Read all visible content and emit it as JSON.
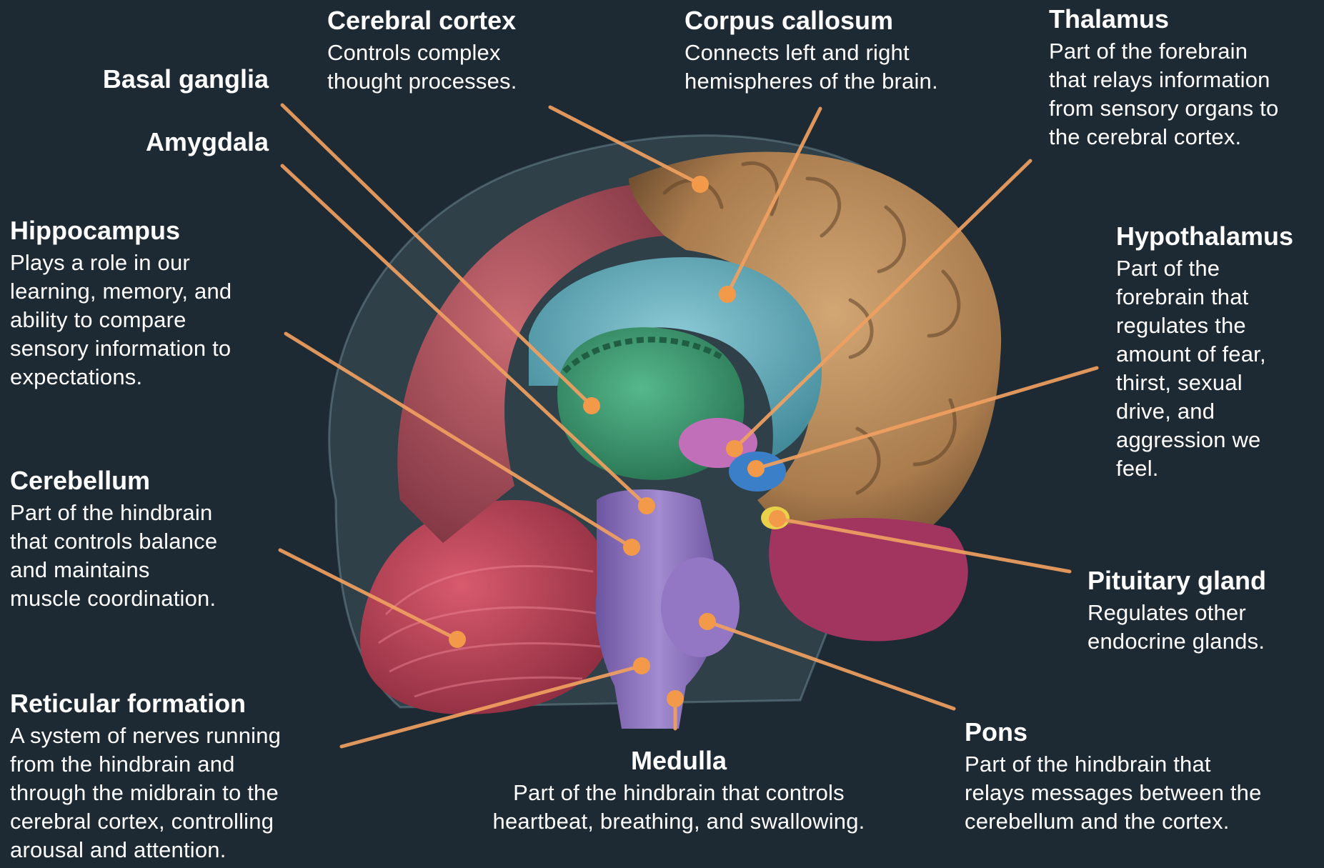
{
  "colors": {
    "background": "#1e2a33",
    "leader_line": "#f0a060",
    "marker": "#f29a4a",
    "cerebral_cortex": "#b78c5e",
    "frontal_red": "#b3545e",
    "corpus_callosum": "#6fb4c4",
    "basal_ganglia": "#3f9f78",
    "brainstem": "#8a6fb5",
    "cerebellum": "#c84a5e",
    "hypothalamus": "#3a7fc8",
    "pituitary": "#e9d14a"
  },
  "labels": {
    "cerebral_cortex": {
      "title": "Cerebral cortex",
      "desc": [
        "Controls complex",
        "thought processes."
      ]
    },
    "corpus_callosum": {
      "title": "Corpus callosum",
      "desc": [
        "Connects left and right",
        "hemispheres of the brain."
      ]
    },
    "thalamus": {
      "title": "Thalamus",
      "desc": [
        "Part of the forebrain",
        "that relays information",
        "from sensory organs to",
        "the cerebral cortex."
      ]
    },
    "basal_ganglia": {
      "title": "Basal ganglia"
    },
    "amygdala": {
      "title": "Amygdala"
    },
    "hippocampus": {
      "title": "Hippocampus",
      "desc": [
        "Plays a role in our",
        "learning, memory, and",
        "ability to compare",
        "sensory information to",
        "expectations."
      ]
    },
    "hypothalamus": {
      "title": "Hypothalamus",
      "desc": [
        "Part of the",
        "forebrain that",
        "regulates the",
        "amount of fear,",
        "thirst, sexual",
        "drive, and",
        "aggression we",
        "feel."
      ]
    },
    "cerebellum": {
      "title": "Cerebellum",
      "desc": [
        "Part of the hindbrain",
        "that controls balance",
        "and maintains",
        "muscle coordination."
      ]
    },
    "pituitary_gland": {
      "title": "Pituitary gland",
      "desc": [
        "Regulates other",
        "endocrine glands."
      ]
    },
    "reticular_formation": {
      "title": "Reticular formation",
      "desc": [
        "A system of nerves running",
        "from the hindbrain and",
        "through the midbrain to the",
        "cerebral cortex, controlling",
        "arousal and attention."
      ]
    },
    "medulla": {
      "title": "Medulla",
      "desc": [
        "Part of the hindbrain that controls",
        "heartbeat, breathing, and swallowing."
      ]
    },
    "pons": {
      "title": "Pons",
      "desc": [
        "Part of the hindbrain that",
        "relays messages between the",
        "cerebellum and the cortex."
      ]
    }
  }
}
